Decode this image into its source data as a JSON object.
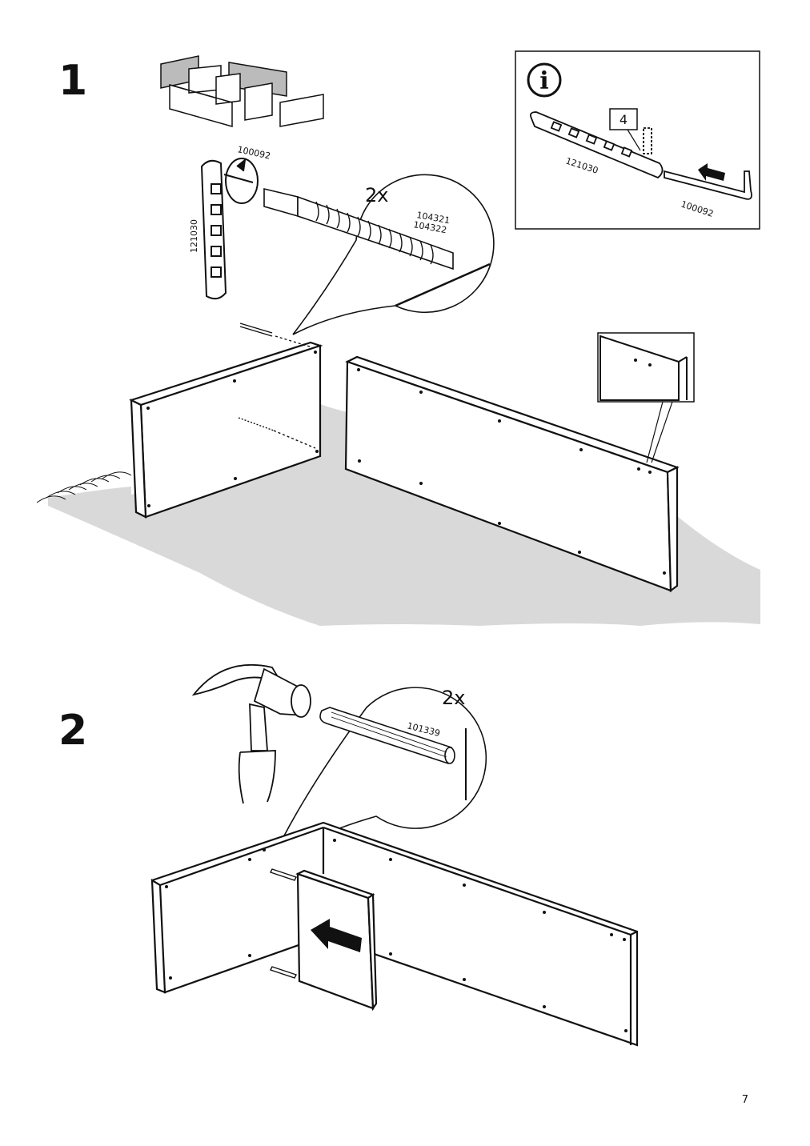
{
  "page_number": "7",
  "steps": [
    {
      "number": "1",
      "callout_qty": "2x",
      "parts": {
        "allen_key_top": "100092",
        "connector_side": "121030",
        "screw_a": "104321",
        "screw_b": "104322"
      },
      "info_box": {
        "icon": "info-icon",
        "symbol": "i",
        "badge": "4",
        "connector": "121030",
        "allen_key": "100092"
      }
    },
    {
      "number": "2",
      "callout_qty": "2x",
      "parts": {
        "dowel": "101339"
      }
    }
  ]
}
